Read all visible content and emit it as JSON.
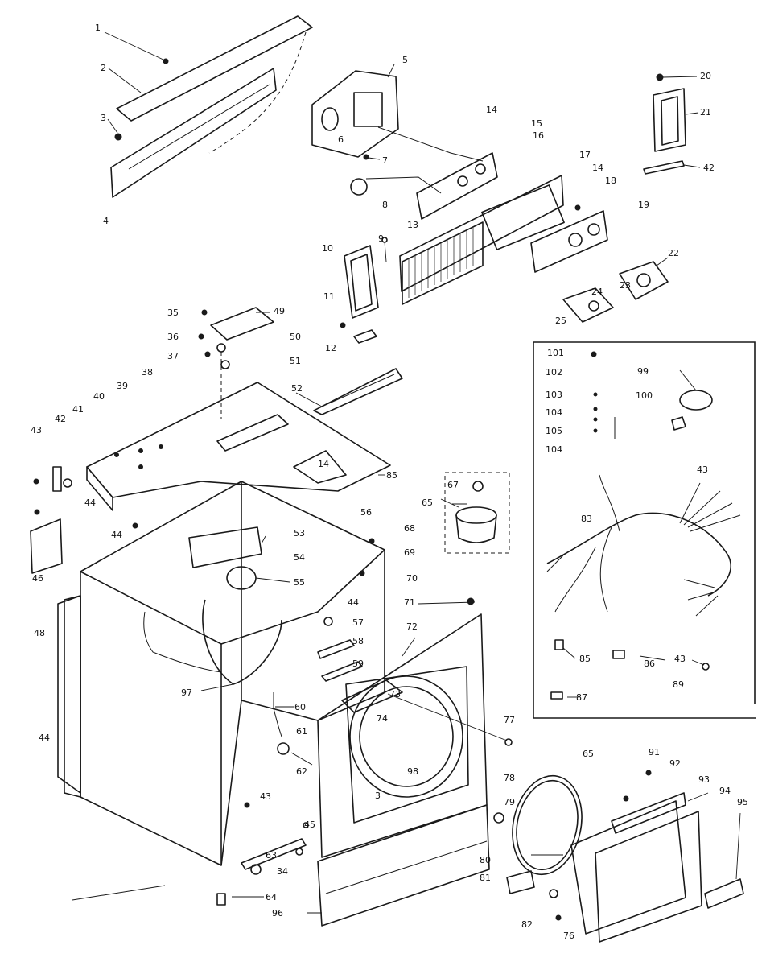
{
  "callouts": [
    {
      "id": "c1",
      "text": "1"
    },
    {
      "id": "c2",
      "text": "2"
    },
    {
      "id": "c3",
      "text": "3"
    },
    {
      "id": "c4",
      "text": "4"
    },
    {
      "id": "c5",
      "text": "5"
    },
    {
      "id": "c6",
      "text": "6"
    },
    {
      "id": "c7",
      "text": "7"
    },
    {
      "id": "c8",
      "text": "8"
    },
    {
      "id": "c9",
      "text": "9"
    },
    {
      "id": "c10",
      "text": "10"
    },
    {
      "id": "c11",
      "text": "11"
    },
    {
      "id": "c12",
      "text": "12"
    },
    {
      "id": "c13",
      "text": "13"
    },
    {
      "id": "c14a",
      "text": "14"
    },
    {
      "id": "c15",
      "text": "15"
    },
    {
      "id": "c16a",
      "text": "16"
    },
    {
      "id": "c17",
      "text": "17"
    },
    {
      "id": "c14b",
      "text": "14"
    },
    {
      "id": "c18",
      "text": "18"
    },
    {
      "id": "c19",
      "text": "19"
    },
    {
      "id": "c20",
      "text": "20"
    },
    {
      "id": "c21",
      "text": "21"
    },
    {
      "id": "c42a",
      "text": "42"
    },
    {
      "id": "c22",
      "text": "22"
    },
    {
      "id": "c23",
      "text": "23"
    },
    {
      "id": "c24",
      "text": "24"
    },
    {
      "id": "c25",
      "text": "25"
    },
    {
      "id": "c35",
      "text": "35"
    },
    {
      "id": "c49",
      "text": "49"
    },
    {
      "id": "c36",
      "text": "36"
    },
    {
      "id": "c50",
      "text": "50"
    },
    {
      "id": "c37",
      "text": "37"
    },
    {
      "id": "c51",
      "text": "51"
    },
    {
      "id": "c38",
      "text": "38"
    },
    {
      "id": "c39",
      "text": "39"
    },
    {
      "id": "c52",
      "text": "52"
    },
    {
      "id": "c43a",
      "text": "43"
    },
    {
      "id": "c42b",
      "text": "42"
    },
    {
      "id": "c41",
      "text": "41"
    },
    {
      "id": "c40",
      "text": "40"
    },
    {
      "id": "c14c",
      "text": "14"
    },
    {
      "id": "c44a",
      "text": "44"
    },
    {
      "id": "c46",
      "text": "46"
    },
    {
      "id": "c44b",
      "text": "44"
    },
    {
      "id": "c85",
      "text": "85"
    },
    {
      "id": "c56",
      "text": "56"
    },
    {
      "id": "c65",
      "text": "65"
    },
    {
      "id": "c67",
      "text": "67"
    },
    {
      "id": "c53",
      "text": "53"
    },
    {
      "id": "c54",
      "text": "54"
    },
    {
      "id": "c55",
      "text": "55"
    },
    {
      "id": "c68",
      "text": "68"
    },
    {
      "id": "c69",
      "text": "69"
    },
    {
      "id": "c70",
      "text": "70"
    },
    {
      "id": "c44c",
      "text": "44"
    },
    {
      "id": "c71",
      "text": "71"
    },
    {
      "id": "c48",
      "text": "48"
    },
    {
      "id": "c57",
      "text": "57"
    },
    {
      "id": "c58",
      "text": "58"
    },
    {
      "id": "c59",
      "text": "59"
    },
    {
      "id": "c72",
      "text": "72"
    },
    {
      "id": "c97",
      "text": "97"
    },
    {
      "id": "c60",
      "text": "60"
    },
    {
      "id": "c73",
      "text": "73"
    },
    {
      "id": "c74",
      "text": "74"
    },
    {
      "id": "c77",
      "text": "77"
    },
    {
      "id": "c61",
      "text": "61"
    },
    {
      "id": "c44d",
      "text": "44"
    },
    {
      "id": "c62",
      "text": "62"
    },
    {
      "id": "c98",
      "text": "98"
    },
    {
      "id": "c78",
      "text": "78"
    },
    {
      "id": "c43b",
      "text": "43"
    },
    {
      "id": "c3b",
      "text": "3"
    },
    {
      "id": "c45",
      "text": "45"
    },
    {
      "id": "c79",
      "text": "79"
    },
    {
      "id": "c63",
      "text": "63"
    },
    {
      "id": "c34",
      "text": "34"
    },
    {
      "id": "c80",
      "text": "80"
    },
    {
      "id": "c64",
      "text": "64"
    },
    {
      "id": "c96",
      "text": "96"
    },
    {
      "id": "c81",
      "text": "81"
    },
    {
      "id": "c82",
      "text": "82"
    },
    {
      "id": "c76",
      "text": "76"
    },
    {
      "id": "c65b",
      "text": "65"
    },
    {
      "id": "c91",
      "text": "91"
    },
    {
      "id": "c92",
      "text": "92"
    },
    {
      "id": "c93",
      "text": "93"
    },
    {
      "id": "c94",
      "text": "94"
    },
    {
      "id": "c95",
      "text": "95"
    },
    {
      "id": "c101",
      "text": "101"
    },
    {
      "id": "c102",
      "text": "102"
    },
    {
      "id": "c103",
      "text": "103"
    },
    {
      "id": "c104a",
      "text": "104"
    },
    {
      "id": "c105",
      "text": "105"
    },
    {
      "id": "c104b",
      "text": "104"
    },
    {
      "id": "c99",
      "text": "99"
    },
    {
      "id": "c100",
      "text": "100"
    },
    {
      "id": "c43c",
      "text": "43"
    },
    {
      "id": "c83",
      "text": "83"
    },
    {
      "id": "c85b",
      "text": "85"
    },
    {
      "id": "c86",
      "text": "86"
    },
    {
      "id": "c43d",
      "text": "43"
    },
    {
      "id": "c89",
      "text": "89"
    },
    {
      "id": "c87",
      "text": "87"
    }
  ]
}
